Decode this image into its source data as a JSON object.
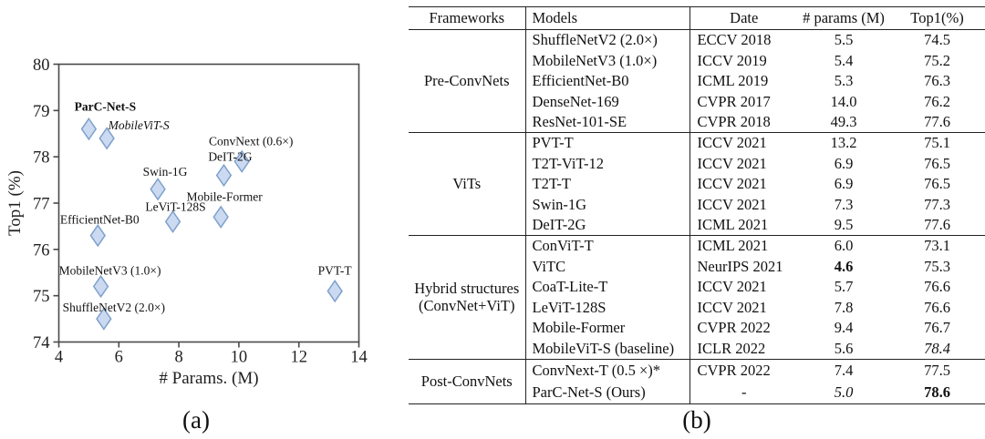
{
  "captions": {
    "a": "(a)",
    "b": "(b)"
  },
  "colors": {
    "marker_fill": "#cbdaf1",
    "marker_stroke": "#7fa0cc",
    "axis": "#4a4a4a",
    "table_line": "#222222",
    "text": "#111111"
  },
  "chart_data": {
    "type": "scatter",
    "title": "",
    "xlabel": "# Params. (M)",
    "ylabel": "Top1 (%)",
    "xlim": [
      4,
      14
    ],
    "ylim": [
      74,
      80
    ],
    "xticks": [
      4,
      6,
      8,
      10,
      12,
      14
    ],
    "yticks": [
      74,
      75,
      76,
      77,
      78,
      79,
      80
    ],
    "grid": false,
    "legend": false,
    "marker": "diamond",
    "points": [
      {
        "label": "ParC-Net-S",
        "x": 5.0,
        "y": 78.6,
        "label_dx": 18,
        "label_dy": -20,
        "bold": true
      },
      {
        "label": "MobileViT-S",
        "x": 5.6,
        "y": 78.4,
        "label_dx": 35,
        "label_dy": -10,
        "italic": true
      },
      {
        "label": "ConvNext (0.6×)",
        "x": 10.1,
        "y": 77.9,
        "label_dx": 10,
        "label_dy": -18
      },
      {
        "label": "DeIT-2G",
        "x": 9.5,
        "y": 77.6,
        "label_dx": 7,
        "label_dy": -16
      },
      {
        "label": "Swin-1G",
        "x": 7.3,
        "y": 77.3,
        "label_dx": 8,
        "label_dy": -15
      },
      {
        "label": "Mobile-Former",
        "x": 9.4,
        "y": 76.7,
        "label_dx": 4,
        "label_dy": -18
      },
      {
        "label": "LeViT-128S",
        "x": 7.8,
        "y": 76.6,
        "label_dx": 3,
        "label_dy": -12
      },
      {
        "label": "EfficientNet-B0",
        "x": 5.3,
        "y": 76.3,
        "label_dx": 2,
        "label_dy": -13
      },
      {
        "label": "MobileNetV3 (1.0×)",
        "x": 5.4,
        "y": 75.2,
        "label_dx": 10,
        "label_dy": -13
      },
      {
        "label": "PVT-T",
        "x": 13.2,
        "y": 75.1,
        "label_dx": 0,
        "label_dy": -18
      },
      {
        "label": "ShuffleNetV2 (2.0×)",
        "x": 5.5,
        "y": 74.5,
        "label_dx": 11,
        "label_dy": -8
      }
    ]
  },
  "table": {
    "headers": [
      "Frameworks",
      "Models",
      "Date",
      "# params (M)",
      "Top1(%)"
    ],
    "groups": [
      {
        "framework": "Pre-ConvNets",
        "rows": [
          {
            "model": "ShuffleNetV2 (2.0×)",
            "date": "ECCV 2018",
            "params": "5.5",
            "top1": "74.5"
          },
          {
            "model": "MobileNetV3 (1.0×)",
            "date": "ICCV 2019",
            "params": "5.4",
            "top1": "75.2"
          },
          {
            "model": "EfficientNet-B0",
            "date": "ICML 2019",
            "params": "5.3",
            "top1": "76.3"
          },
          {
            "model": "DenseNet-169",
            "date": "CVPR 2017",
            "params": "14.0",
            "top1": "76.2"
          },
          {
            "model": "ResNet-101-SE",
            "date": "CVPR 2018",
            "params": "49.3",
            "top1": "77.6"
          }
        ]
      },
      {
        "framework": "ViTs",
        "rows": [
          {
            "model": "PVT-T",
            "date": "ICCV 2021",
            "params": "13.2",
            "top1": "75.1"
          },
          {
            "model": "T2T-ViT-12",
            "date": "ICCV 2021",
            "params": "6.9",
            "top1": "76.5"
          },
          {
            "model": "T2T-T",
            "date": "ICCV 2021",
            "params": "6.9",
            "top1": "76.5"
          },
          {
            "model": "Swin-1G",
            "date": "ICCV 2021",
            "params": "7.3",
            "top1": "77.3"
          },
          {
            "model": "DeIT-2G",
            "date": "ICML 2021",
            "params": "9.5",
            "top1": "77.6"
          }
        ]
      },
      {
        "framework": "Hybrid structures\n(ConvNet+ViT)",
        "rows": [
          {
            "model": "ConViT-T",
            "date": "ICML 2021",
            "params": "6.0",
            "top1": "73.1"
          },
          {
            "model": "ViTC",
            "date": "NeurIPS 2021",
            "params": "4.6",
            "top1": "75.3",
            "params_bold": true
          },
          {
            "model": "CoaT-Lite-T",
            "date": "ICCV 2021",
            "params": "5.7",
            "top1": "76.6"
          },
          {
            "model": "LeViT-128S",
            "date": "ICCV 2021",
            "params": "7.8",
            "top1": "76.6"
          },
          {
            "model": "Mobile-Former",
            "date": "CVPR 2022",
            "params": "9.4",
            "top1": "76.7"
          },
          {
            "model": "MobileViT-S (baseline)",
            "date": "ICLR 2022",
            "params": "5.6",
            "top1": "78.4",
            "top1_italic": true
          }
        ]
      },
      {
        "framework": "Post-ConvNets",
        "rows": [
          {
            "model": "ConvNext-T (0.5 ×)*",
            "date": "CVPR 2022",
            "params": "7.4",
            "top1": "77.5"
          },
          {
            "model": "ParC-Net-S (Ours)",
            "date": "-",
            "params": "5.0",
            "top1": "78.6",
            "params_italic": true,
            "top1_bold": true
          }
        ]
      }
    ]
  }
}
